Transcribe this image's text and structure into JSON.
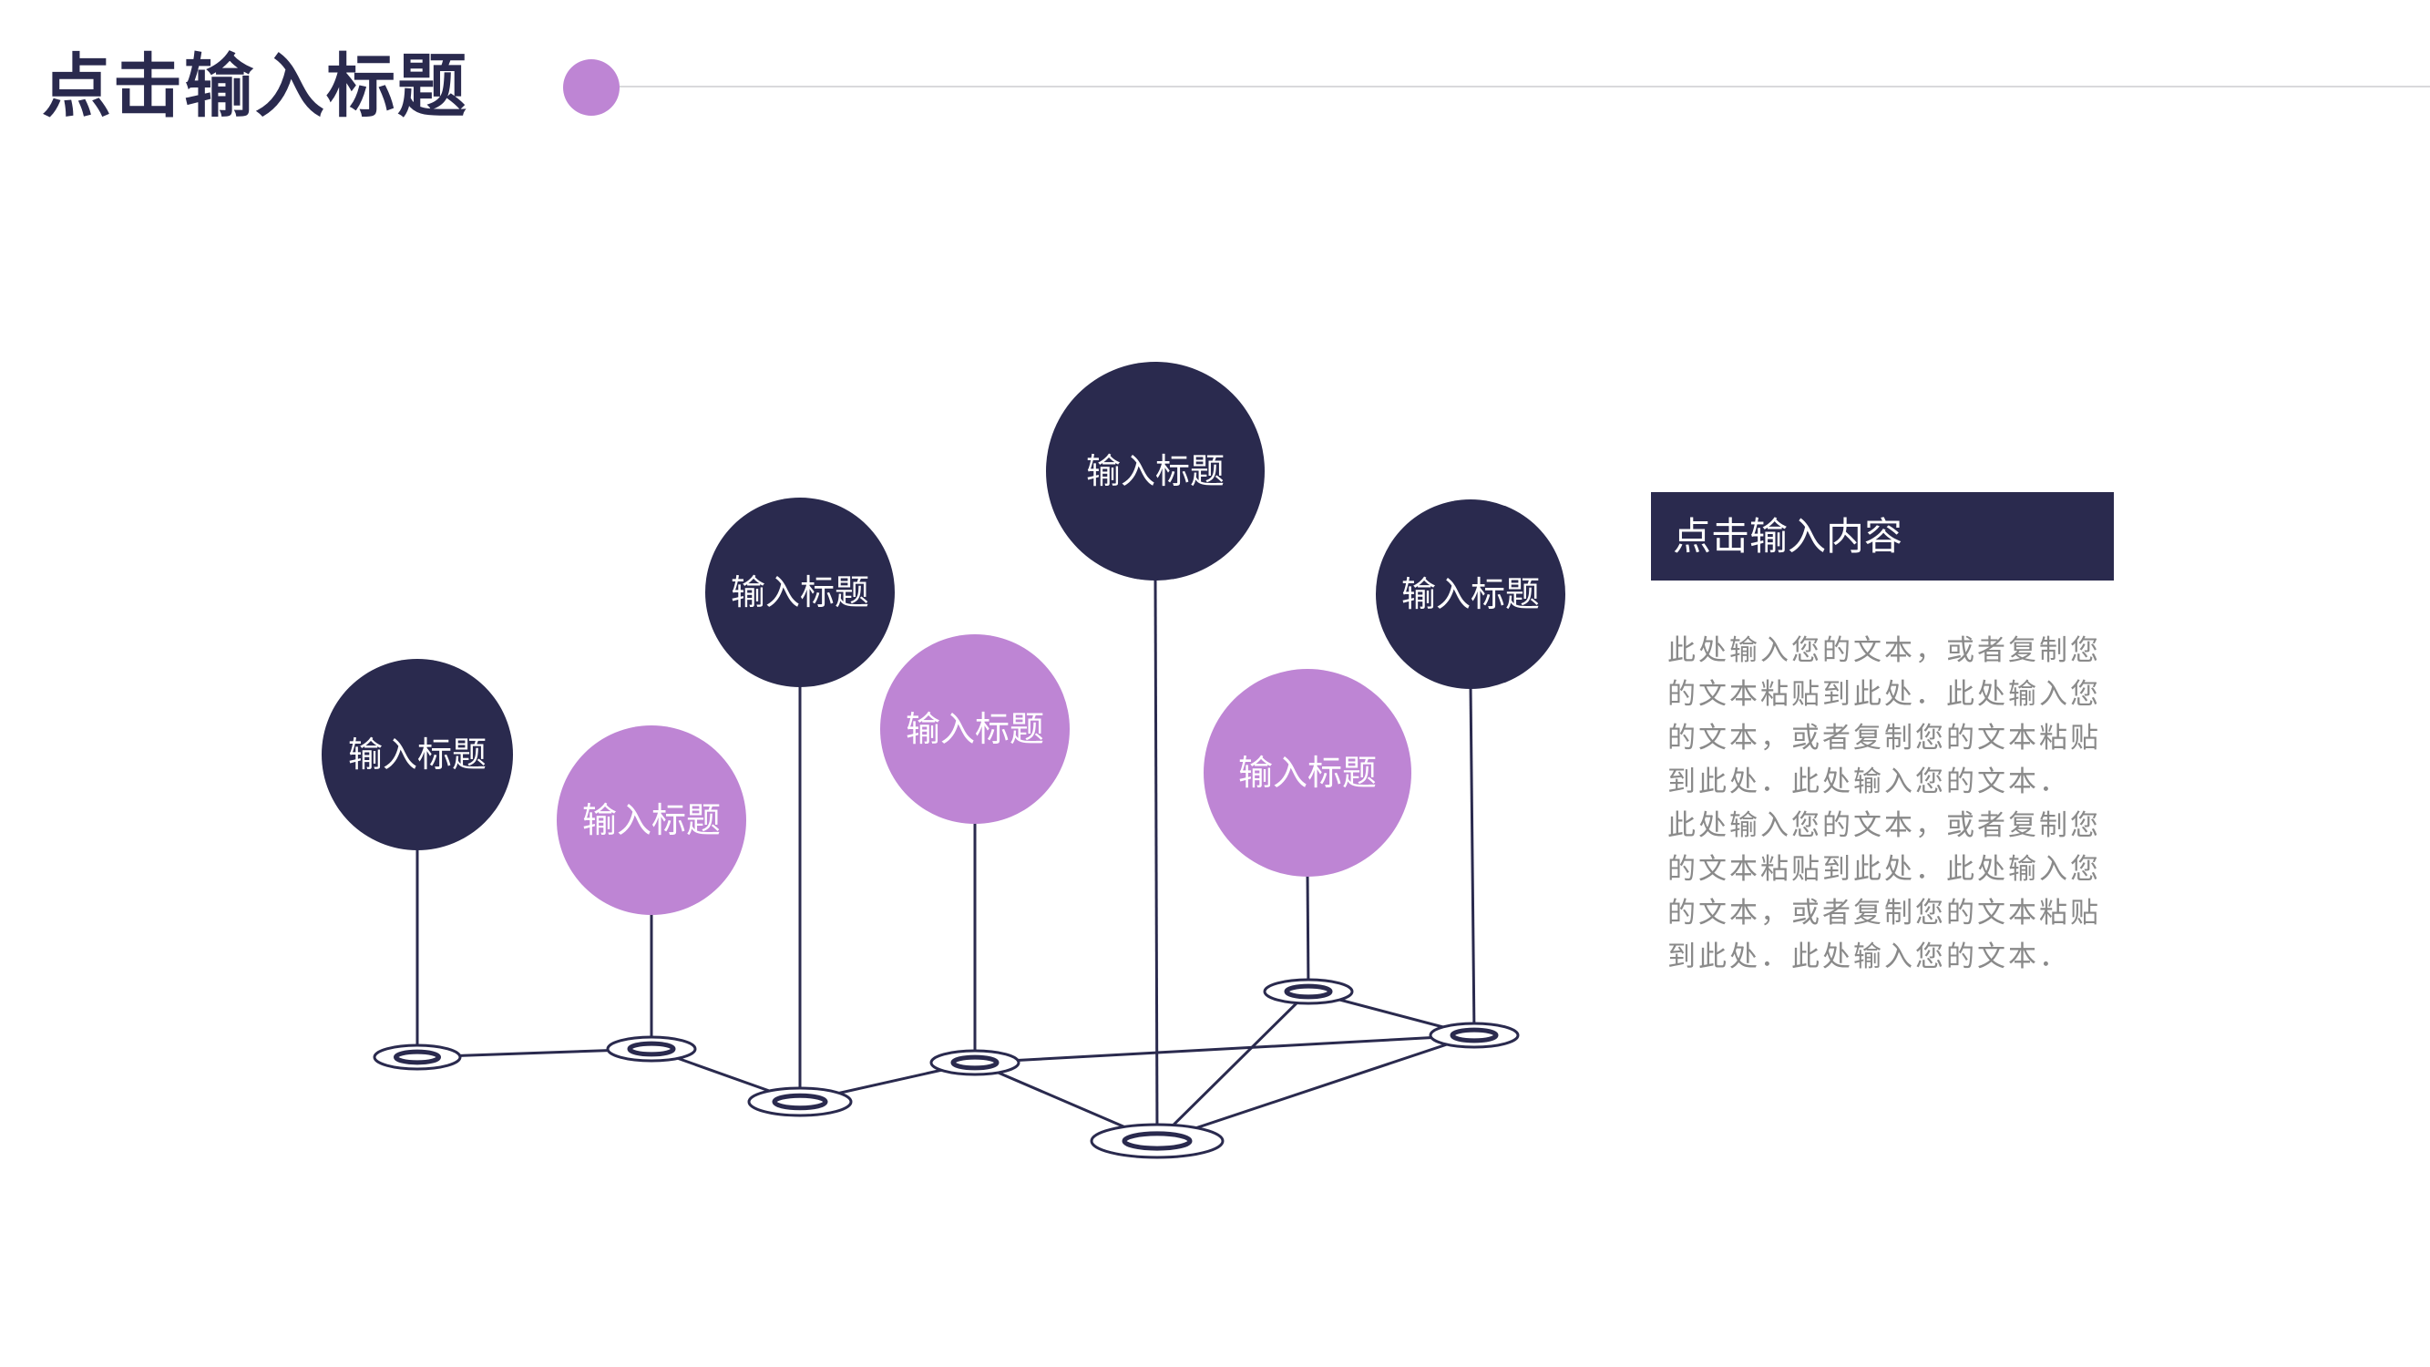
{
  "header": {
    "title": "点击输入标题"
  },
  "colors": {
    "dark": "#2a2a4e",
    "accent": "#be85d4",
    "line": "#d9d9dc",
    "body_text": "#8a8a8a"
  },
  "diagram": {
    "nodes": [
      {
        "label": "输入标题",
        "variant": "dark"
      },
      {
        "label": "输入标题",
        "variant": "accent"
      },
      {
        "label": "输入标题",
        "variant": "dark"
      },
      {
        "label": "输入标题",
        "variant": "accent"
      },
      {
        "label": "输入标题",
        "variant": "dark"
      },
      {
        "label": "输入标题",
        "variant": "accent"
      },
      {
        "label": "输入标题",
        "variant": "dark"
      }
    ],
    "links": [
      [
        0,
        1
      ],
      [
        1,
        2
      ],
      [
        2,
        3
      ],
      [
        3,
        4
      ],
      [
        3,
        6
      ],
      [
        4,
        5
      ],
      [
        4,
        6
      ],
      [
        5,
        6
      ]
    ]
  },
  "content": {
    "title": "点击输入内容",
    "paragraphs": [
      "此处输入您的文本，或者复制您的文本粘贴到此处．此处输入您的文本，或者复制您的文本粘贴到此处．此处输入您的文本．",
      "此处输入您的文本，或者复制您的文本粘贴到此处．此处输入您的文本，或者复制您的文本粘贴到此处．此处输入您的文本．"
    ]
  }
}
